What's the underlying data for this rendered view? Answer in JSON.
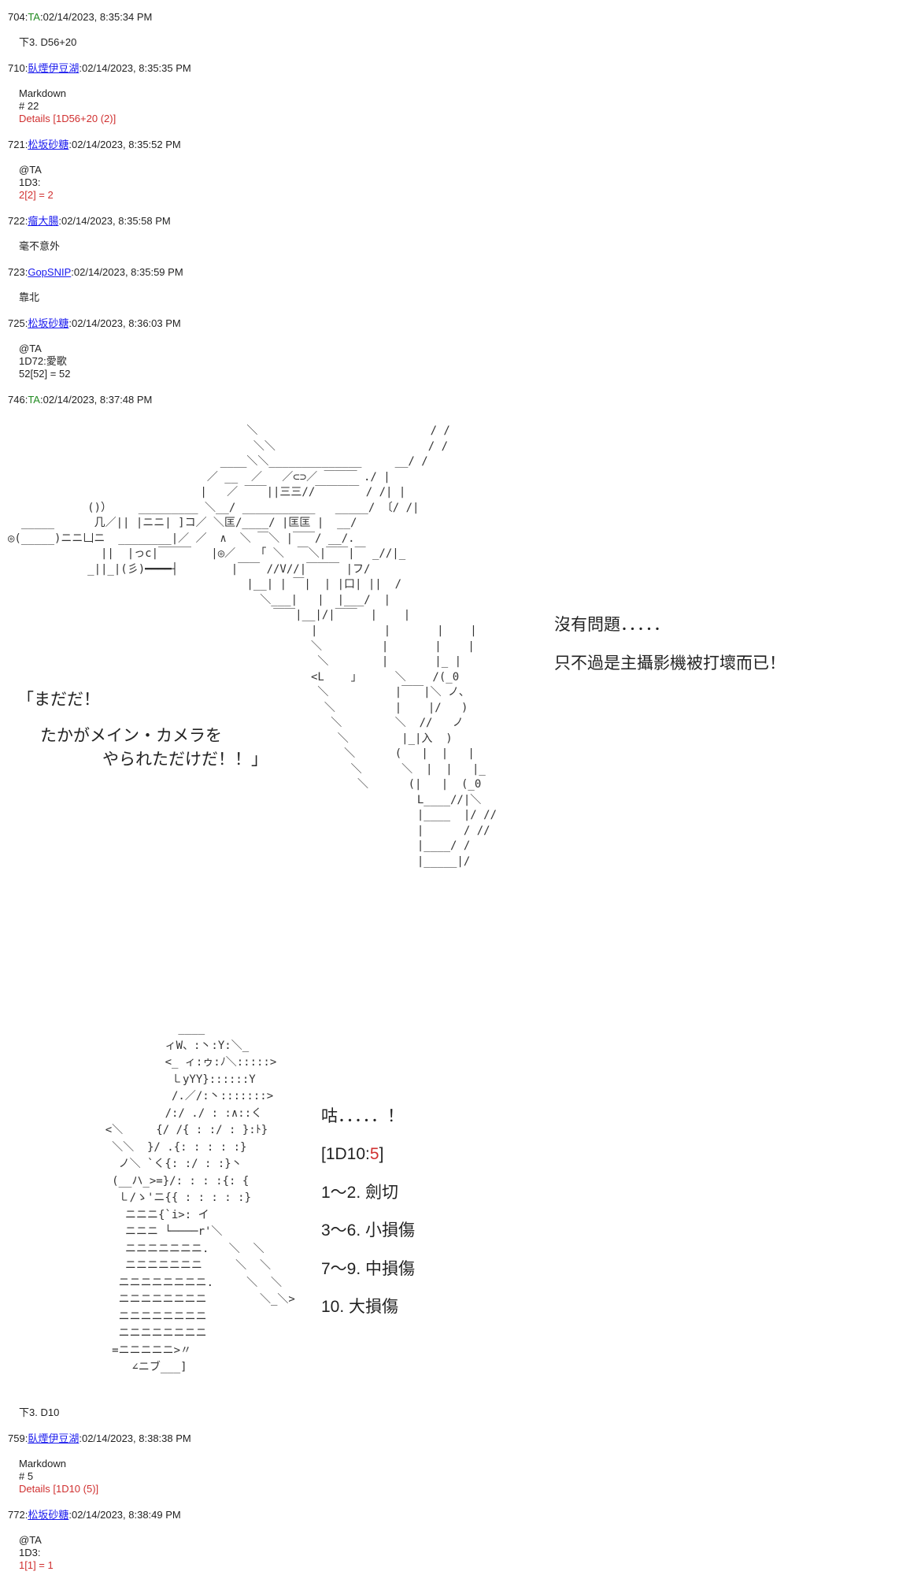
{
  "posts_top": [
    {
      "num": "704",
      "name": "TA",
      "name_style": "green",
      "time": "02/14/2023, 8:35:34 PM",
      "lines": [
        {
          "text": "下3. D56+20"
        }
      ]
    },
    {
      "num": "710",
      "name": "臥煙伊豆湖",
      "name_style": "link",
      "time": "02/14/2023, 8:35:35 PM",
      "lines": [
        {
          "text": "Markdown"
        },
        {
          "text": "# 22"
        },
        {
          "text": "Details [1D56+20 (2)]",
          "red": true
        }
      ]
    },
    {
      "num": "721",
      "name": "松坂砂糖",
      "name_style": "link",
      "time": "02/14/2023, 8:35:52 PM",
      "lines": [
        {
          "text": "@TA"
        },
        {
          "text": "1D3:"
        },
        {
          "text": "2[2] = 2",
          "red": true
        }
      ]
    },
    {
      "num": "722",
      "name": "瘤大腸",
      "name_style": "link",
      "time": "02/14/2023, 8:35:58 PM",
      "lines": [
        {
          "text": "毫不意外"
        }
      ]
    },
    {
      "num": "723",
      "name": "GopSNIP",
      "name_style": "link",
      "time": "02/14/2023, 8:35:59 PM",
      "lines": [
        {
          "text": "靠北"
        }
      ]
    },
    {
      "num": "725",
      "name": "松坂砂糖",
      "name_style": "link",
      "time": "02/14/2023, 8:36:03 PM",
      "lines": [
        {
          "text": "@TA"
        },
        {
          "text": "1D72:愛歌"
        },
        {
          "text": "52[52] = 52"
        }
      ]
    },
    {
      "num": "746",
      "name": "TA",
      "name_style": "green",
      "time": "02/14/2023, 8:37:48 PM",
      "lines": []
    }
  ],
  "scene1": {
    "left_dialogue": [
      "「まだだ！",
      "たかがメイン・カメラを",
      "やられただけだ！！」"
    ],
    "right_dialogue": [
      "沒有問題．．．．．",
      "只不過是主攝影機被打壞而已！"
    ],
    "art": [
      "                                    ＼                          / /",
      "                                     ＼＼                       / /",
      "                                ____＼＼______________     __/ /",
      "                              ／ __  ／   ／⊂⊃／ ￣￣￣ ./ |",
      "                             |   ／ ￣￣||三三//￣￣￣￣ / /| |",
      "            ()）    _________ ＼__/ ___________   _____/ 〔/ /|",
      "  _____      几／|| |ニニ| ]コ／ ＼匡/____/ |匡匡 |  __/",
      "◎(_____)ニニ凵ニ  ________|／ ／  ∧  ＼ ￣＼ |￣￣/ __/.",
      "              ||  |っc|￣￣￣   |◎／   「 ＼  ￣＼|￣￣|￣ _//|_",
      "            _||_|(彡)━━━━┤        |￣￣ //V//|￣￣￣ |フ/",
      "                                    |__| | ￣|  | |口| ||  /",
      "                                      ＼___|   |  |___/  |",
      "                                        ￣￣|__|/|￣￣  |    |",
      "                                      |          |       |    |",
      "                                      ＼         |       |    |",
      "                                       ＼        |       |_ |",
      "                                      <L    」     ＼    /(_0",
      "                                       ＼          |￣￣|＼ ノ、",
      "                                        ＼         |    |/   )",
      "                                         ＼        ＼  //   ノ",
      "                                          ＼        |_|入  )",
      "                                           ＼      (   |  |   |",
      "                                            ＼      ＼  |  |   |_",
      "                                             ＼      (|   |  (_0",
      "                                                      L____//|＼",
      "                                                      |____  |/ //",
      "                                                      |      / //",
      "                                                      |____/ /",
      "                                                      |_____|/"
    ]
  },
  "scene2": {
    "dice_lines": [
      {
        "text": "咕．．．．．！"
      },
      {
        "prefix": "[1D10:",
        "value": "5",
        "suffix": "]"
      },
      {
        "text": "1～2. 劍切"
      },
      {
        "text": "3～6. 小損傷",
        "red": true
      },
      {
        "text": "7～9. 中損傷"
      },
      {
        "text": "10. 大損傷"
      }
    ],
    "art": [
      "               ____",
      "             ィW、:丶:Y:＼_",
      "             <_ ィ:ゥ:ﾉ＼:::::>",
      "              ㇄yYY}::::::Y",
      "              /.／/:丶:::::::>",
      "             /:/ ./ : :∧::く",
      "    <＼     {/ /{ : :/ : }:ﾄ}",
      "     ＼＼  }/ .{: : : : :}",
      "      ノ＼ `く{: :/ : :}丶",
      "     (__ハ_>=}/: : : :{: {",
      "      ㇄/ゝ'ニ{{ : : : : :}",
      "       ニニニ{`i>: イ",
      "       ニニニ └────r'＼",
      "       ニニニニニニニ.   ＼  ＼",
      "       ニニニニニニニ     ＼  ＼",
      "      ニニニニニニニニ.     ＼  ＼",
      "      ニニニニニニニニ        ＼_＼>",
      "      ニニニニニニニニ",
      "      ニニニニニニニニ",
      "     =ニニニニニ>〃",
      "        ∠ニブ___]"
    ]
  },
  "after_scene": {
    "line": "下3. D10"
  },
  "posts_bottom": [
    {
      "num": "759",
      "name": "臥煙伊豆湖",
      "name_style": "link",
      "time": "02/14/2023, 8:38:38 PM",
      "lines": [
        {
          "text": "Markdown"
        },
        {
          "text": "# 5"
        },
        {
          "text": "Details [1D10 (5)]",
          "red": true
        }
      ]
    },
    {
      "num": "772",
      "name": "松坂砂糖",
      "name_style": "link",
      "time": "02/14/2023, 8:38:49 PM",
      "lines": [
        {
          "text": "@TA"
        },
        {
          "text": "1D3:"
        },
        {
          "text": "1[1] = 1",
          "red": true
        }
      ]
    }
  ]
}
